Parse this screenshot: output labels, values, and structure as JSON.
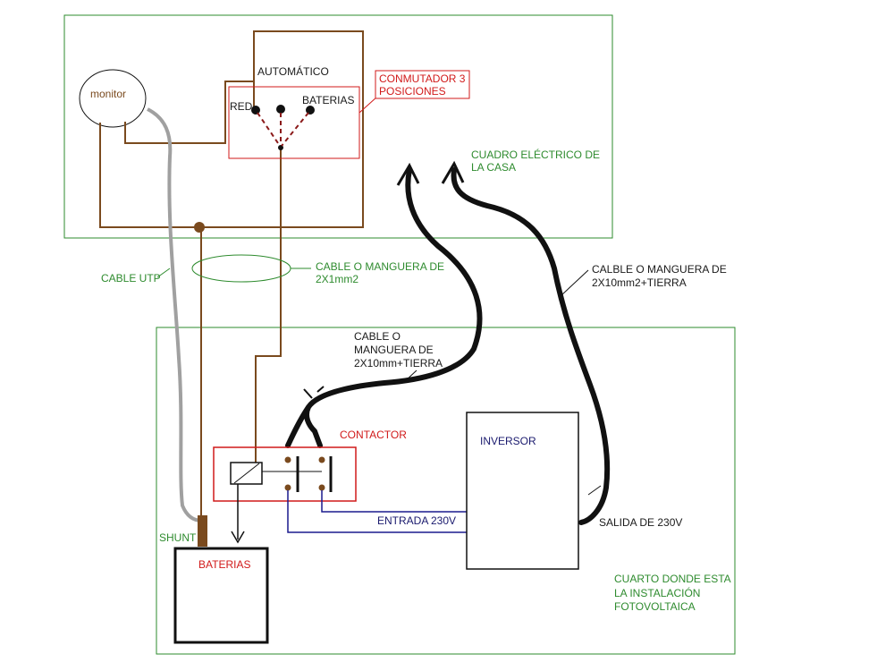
{
  "labels": {
    "monitor": "monitor",
    "automatico": "AUTOMÁTICO",
    "red": "RED",
    "baterias_switch": "BATERIAS",
    "conmutador": [
      "CONMUTADOR 3",
      "POSICIONES"
    ],
    "cuadro": [
      "CUADRO ELÉCTRICO DE",
      "LA CASA"
    ],
    "cable_utp": "CABLE UTP",
    "cable_2x1": [
      "CABLE O MANGUERA DE",
      "2X1mm2"
    ],
    "calble_2x10": [
      "CALBLE O MANGUERA DE",
      "2X10mm2+TIERRA"
    ],
    "cable_2x10_center": [
      "CABLE O",
      "MANGUERA DE",
      "2X10mm+TIERRA"
    ],
    "contactor": "CONTACTOR",
    "inversor": "INVERSOR",
    "entrada": "ENTRADA 230V",
    "salida": "SALIDA DE 230V",
    "shunt": "SHUNT",
    "baterias": "BATERIAS",
    "cuarto": [
      "CUARTO DONDE ESTA",
      "LA INSTALACIÓN",
      "FOTOVOLTAICA"
    ]
  },
  "colors": {
    "green_border": "#2e8b2e",
    "red_box": "#d11a1a",
    "brown_wire": "#7a4a1e",
    "gray_utp": "#a0a0a0",
    "blue_wire": "#1a1a8e",
    "black_cable": "#111111"
  }
}
